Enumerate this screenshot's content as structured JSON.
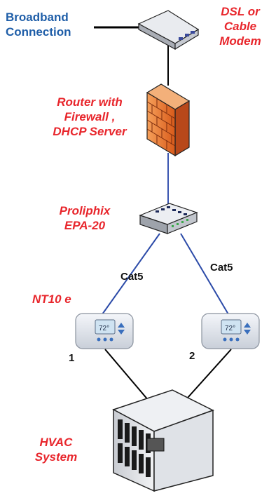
{
  "labels": {
    "broadband": "Broadband\nConnection",
    "modem": "DSL or\nCable\nModem",
    "router": "Router with\nFirewall ,\nDHCP Server",
    "proliphix": "Proliphix\nEPA-20",
    "cat5_left": "Cat5",
    "cat5_right": "Cat5",
    "nt10e": "NT10 e",
    "thermostat_1": "1",
    "thermostat_2": "2",
    "hvac": "HVAC\nSystem"
  },
  "thermostat_display": {
    "temperature": "72°"
  },
  "colors": {
    "red_label": "#e8262c",
    "blue_label": "#1f5ea8",
    "cat5_line": "#2b4aa8",
    "firewall_brick": "#e8702a"
  }
}
